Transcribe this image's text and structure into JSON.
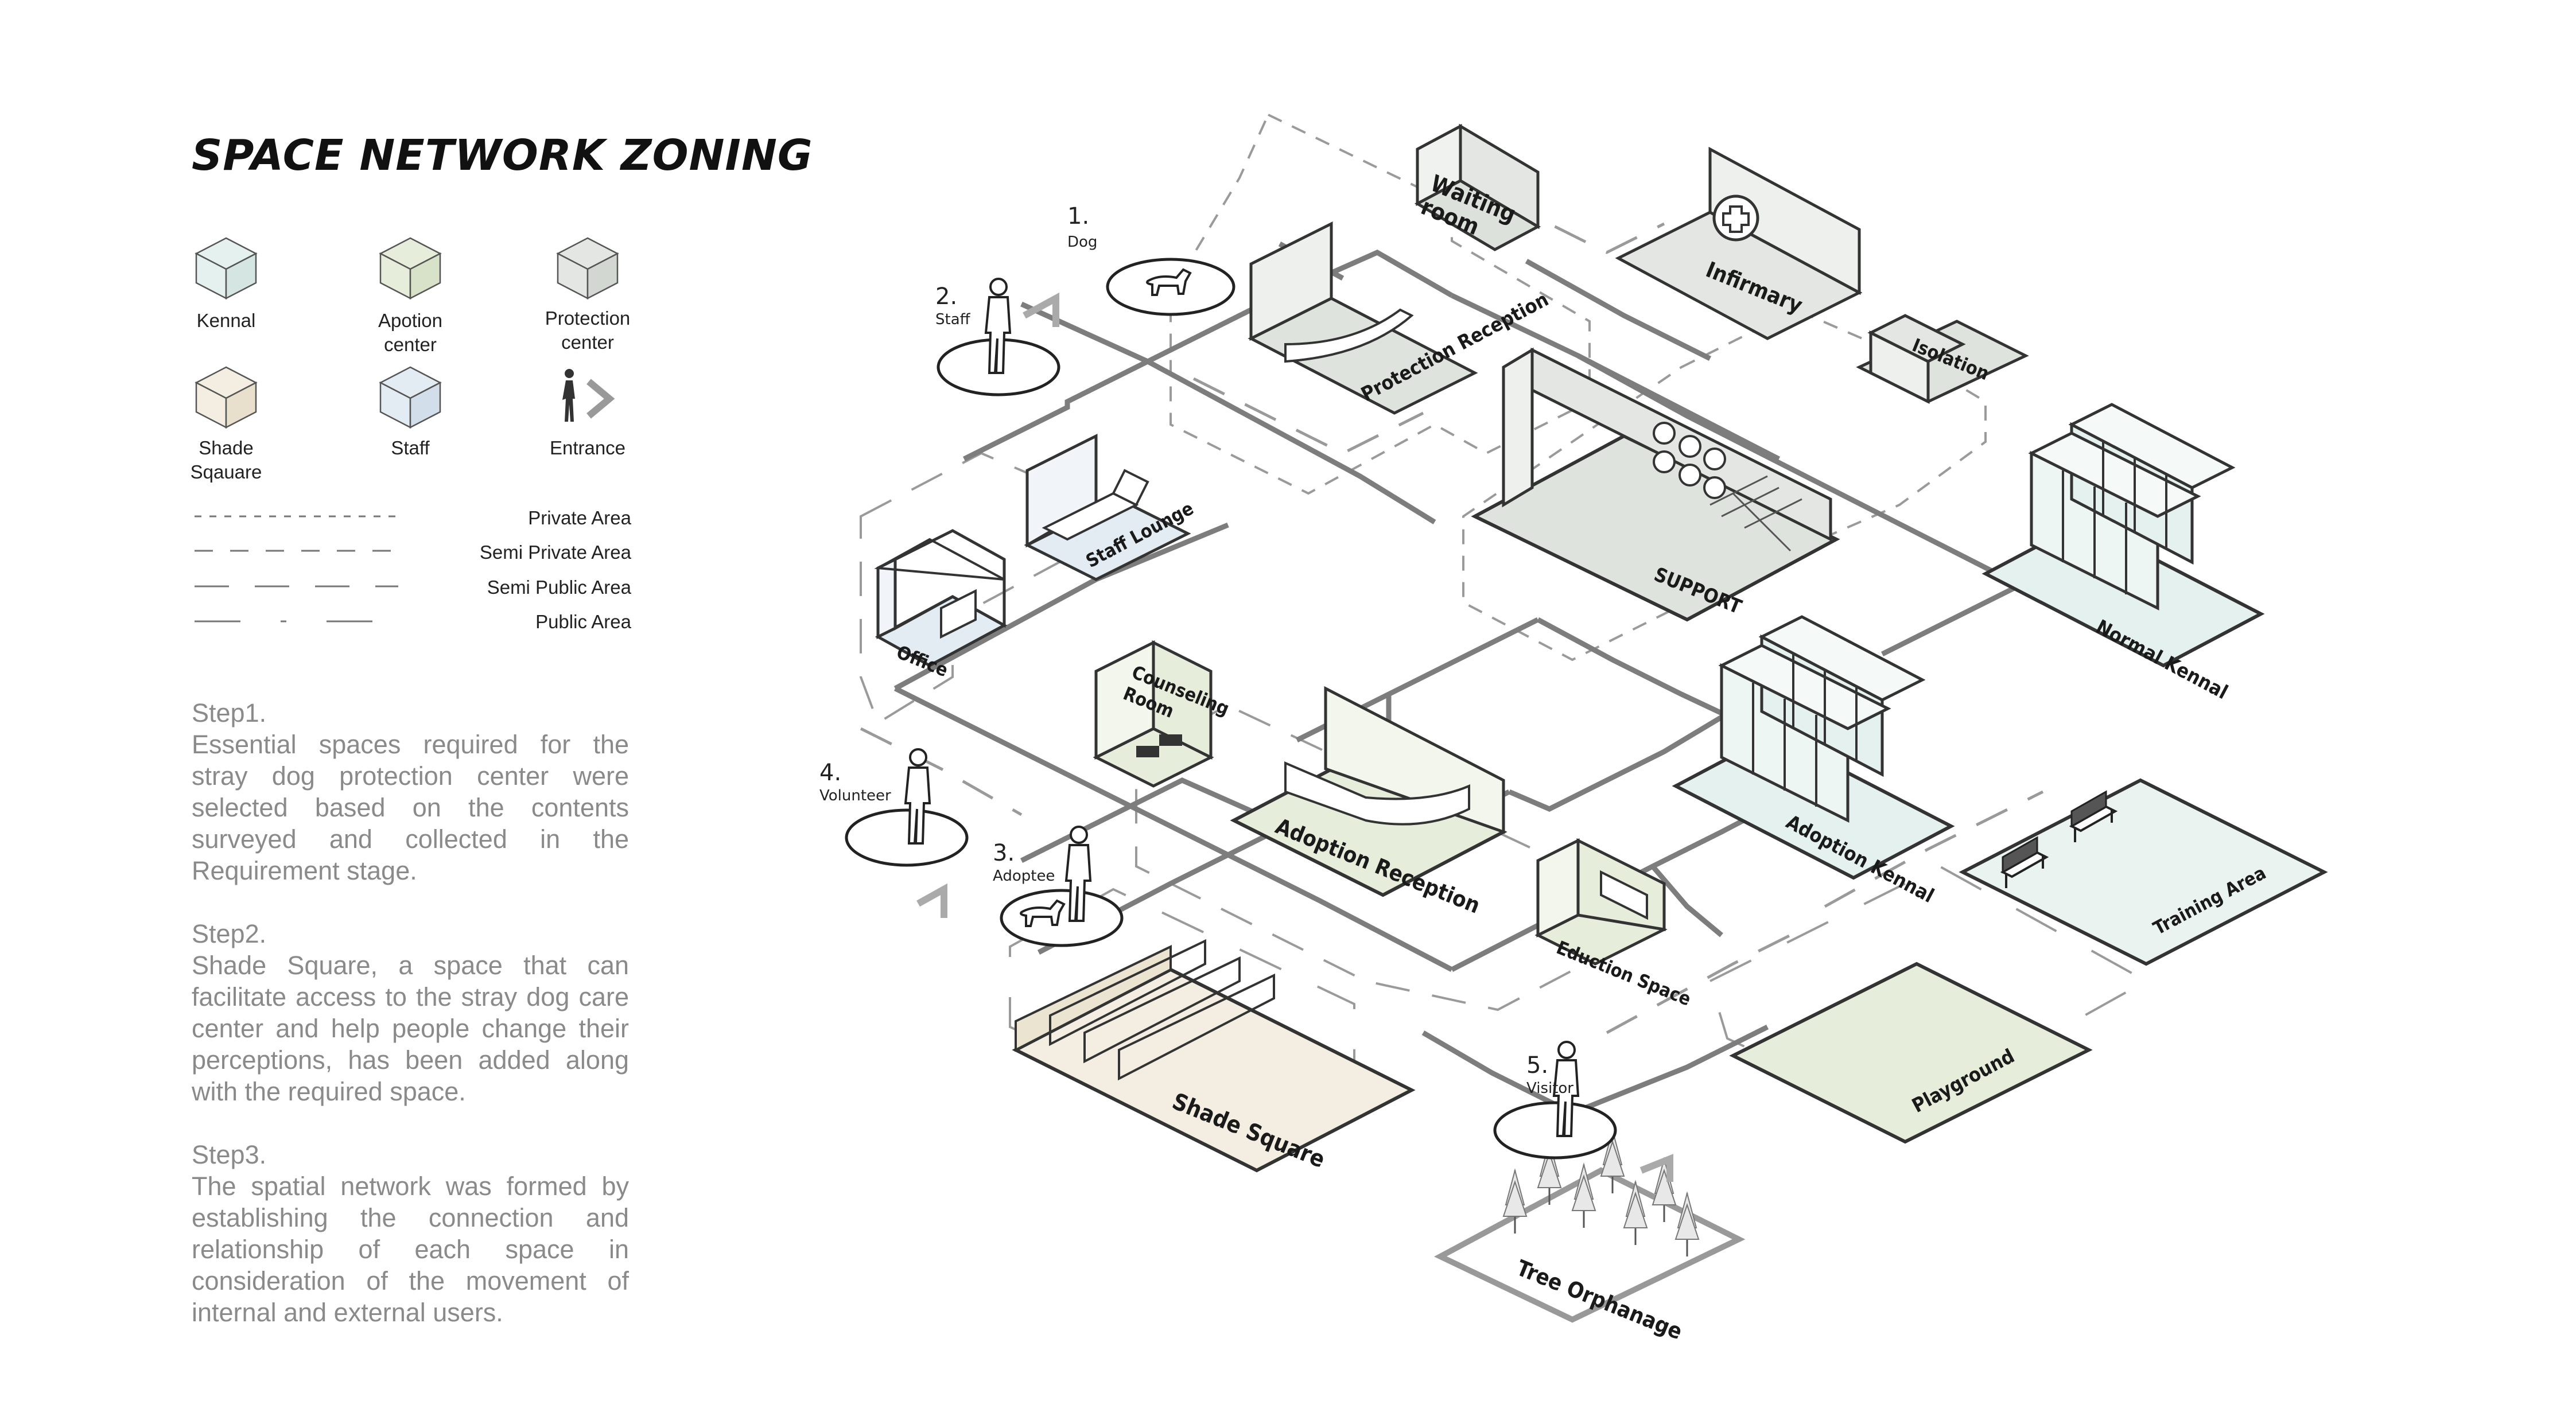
{
  "title": "SPACE NETWORK ZONING",
  "legend": {
    "zones": [
      {
        "label": "Kennal",
        "color": "#e5f1ee"
      },
      {
        "label": "Apotion\ncenter",
        "color": "#e6eedb"
      },
      {
        "label": "Protection\ncenter",
        "color": "#e3e6e2"
      },
      {
        "label": "Shade\nSqauare",
        "color": "#f3eee1"
      },
      {
        "label": "Staff",
        "color": "#e4ecf3"
      },
      {
        "label": "Entrance",
        "color": "#888888"
      }
    ],
    "line_types": [
      {
        "label": "Private Area"
      },
      {
        "label": "Semi Private Area"
      },
      {
        "label": "Semi Public Area"
      },
      {
        "label": "Public Area"
      }
    ]
  },
  "steps": [
    {
      "title": "Step1.",
      "text": "Essential spaces required for the stray dog protection center were selected based on the contents surveyed and collected in the Requirement stage."
    },
    {
      "title": "Step2.",
      "text": "Shade Square, a space that can facilitate access to the stray dog care center and help people change their perceptions, has been added along with the required space."
    },
    {
      "title": "Step3.",
      "text": "The spatial network was formed by establishing the connection and relationship of each space in consideration of the movement of internal and external users."
    }
  ],
  "actors": [
    {
      "number": "1.",
      "label": "Dog"
    },
    {
      "number": "2.",
      "label": "Staff"
    },
    {
      "number": "3.",
      "label": "Adoptee"
    },
    {
      "number": "4.",
      "label": "Volunteer"
    },
    {
      "number": "5.",
      "label": "Visitor"
    }
  ],
  "rooms": {
    "waiting_room": "Waiting\nroom",
    "protection_reception": "Protection Reception",
    "infirmary": "Infirmary",
    "isolation": "Isolation",
    "support": "SUPPORT",
    "staff_lounge": "Staff Lounge",
    "office": "Office",
    "counseling_room": "Counseling\nRoom",
    "adoption_reception": "Adoption Reception",
    "normal_kennel": "Normal Kennal",
    "adoption_kennel": "Adoption Kennal",
    "training_area": "Training Area",
    "education_space": "Eduction Space",
    "shade_square": "Shade Square",
    "playground": "Playground",
    "tree_orphanage": "Tree Orphanage"
  },
  "colors": {
    "kennel": "#e5f1ee",
    "adoption": "#e6eedb",
    "protection": "#e3e6e2",
    "shade": "#f3eee1",
    "staff": "#e4ecf3",
    "network_line": "#7d7d7d",
    "dashed_line": "#9a9a9a"
  }
}
